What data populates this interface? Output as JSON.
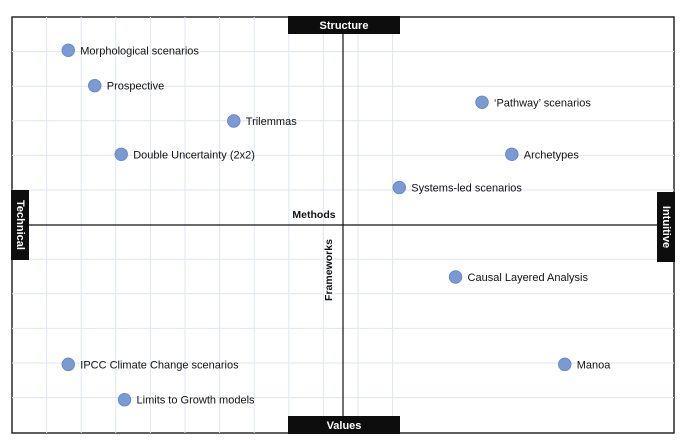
{
  "quadrant": {
    "top_label": "Structure",
    "bottom_label": "Values",
    "left_label": "Technical",
    "right_label": "Intuitive",
    "horizontal_axis_label": "Methods",
    "vertical_axis_label": "Frameworks"
  },
  "colors": {
    "point": "#7b9ad4",
    "tab": "#0d0d0d",
    "grid": "#dfe6f1",
    "axis": "#111111"
  },
  "points": [
    {
      "label": "Morphological scenarios",
      "x": -0.83,
      "y": 0.84
    },
    {
      "label": "Prospective",
      "x": -0.75,
      "y": 0.67
    },
    {
      "label": "Trilemmas",
      "x": -0.33,
      "y": 0.5
    },
    {
      "label": "Double Uncertainty (2x2)",
      "x": -0.67,
      "y": 0.34
    },
    {
      "label": "‘Pathway’ scenarios",
      "x": 0.42,
      "y": 0.59
    },
    {
      "label": "Archetypes",
      "x": 0.51,
      "y": 0.34
    },
    {
      "label": "Systems-led scenarios",
      "x": 0.17,
      "y": 0.18
    },
    {
      "label": "Causal Layered Analysis",
      "x": 0.34,
      "y": -0.25
    },
    {
      "label": "IPCC Climate Change scenarios",
      "x": -0.83,
      "y": -0.67
    },
    {
      "label": "Manoa",
      "x": 0.67,
      "y": -0.67
    },
    {
      "label": "Limits to Growth models",
      "x": -0.66,
      "y": -0.84
    }
  ]
}
